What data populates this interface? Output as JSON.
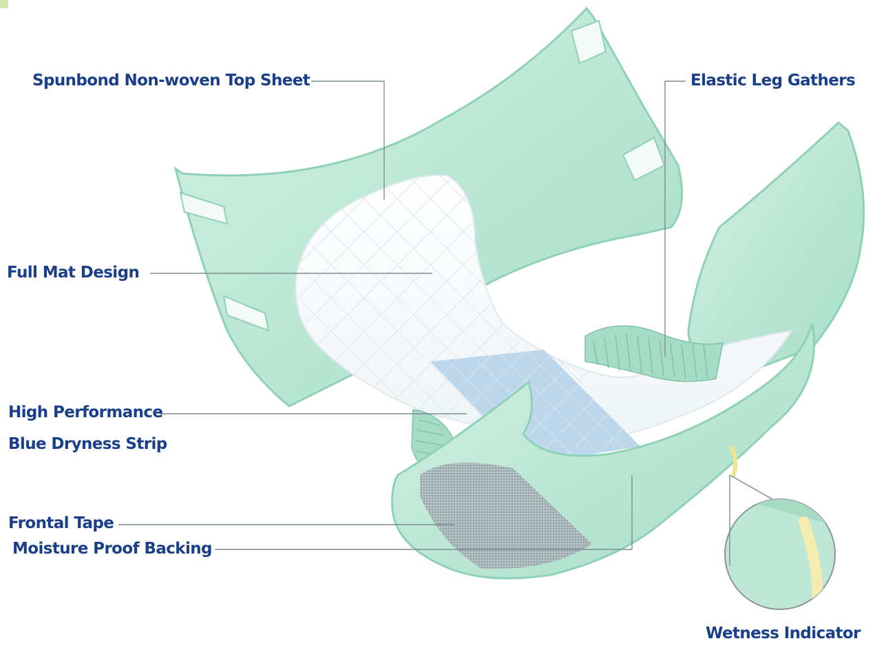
{
  "labels": {
    "top_sheet": "Spunbond Non-woven Top Sheet",
    "leg_gathers": "Elastic Leg Gathers",
    "full_mat": "Full Mat Design",
    "dryness_line1": "High Performance",
    "dryness_line2": "Blue Dryness Strip",
    "frontal_tape": "Frontal Tape",
    "backing": "Moisture Proof Backing",
    "wetness": "Wetness Indicator"
  },
  "colors": {
    "label_text": "#1a3f8a",
    "leader_line": "#7f8c8d",
    "shell": "#b9e6d3",
    "shell_shadow": "#8fd1b8",
    "absorbent_pad": "#ffffff",
    "dryness_strip": "#b9d3ea",
    "indicator": "#f0e68c"
  }
}
